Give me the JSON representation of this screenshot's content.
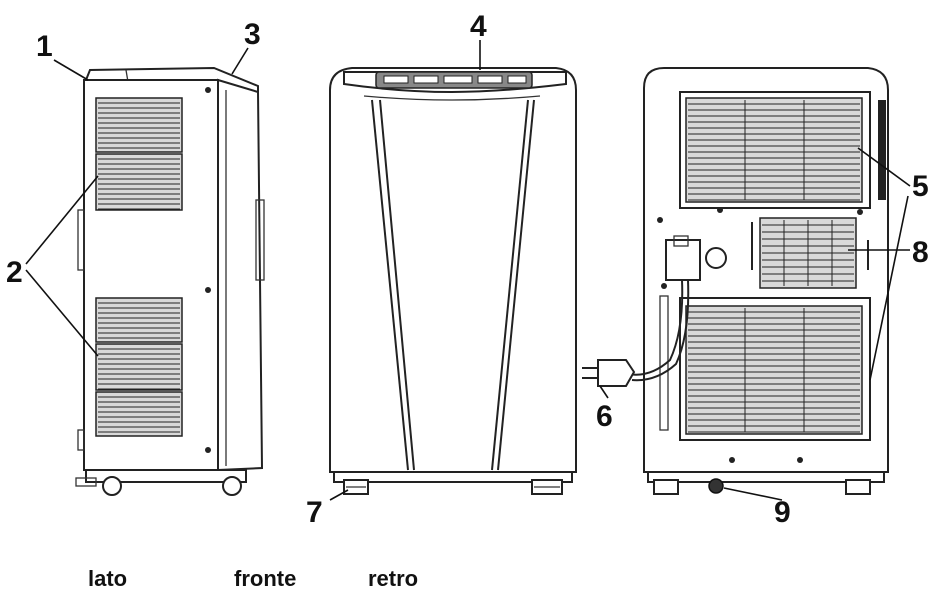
{
  "callouts": {
    "c1": "1",
    "c2": "2",
    "c3": "3",
    "c4": "4",
    "c5": "5",
    "c6": "6",
    "c7": "7",
    "c8": "8",
    "c9": "9"
  },
  "captions": {
    "side": "lato",
    "front": "fronte",
    "back": "retro"
  }
}
